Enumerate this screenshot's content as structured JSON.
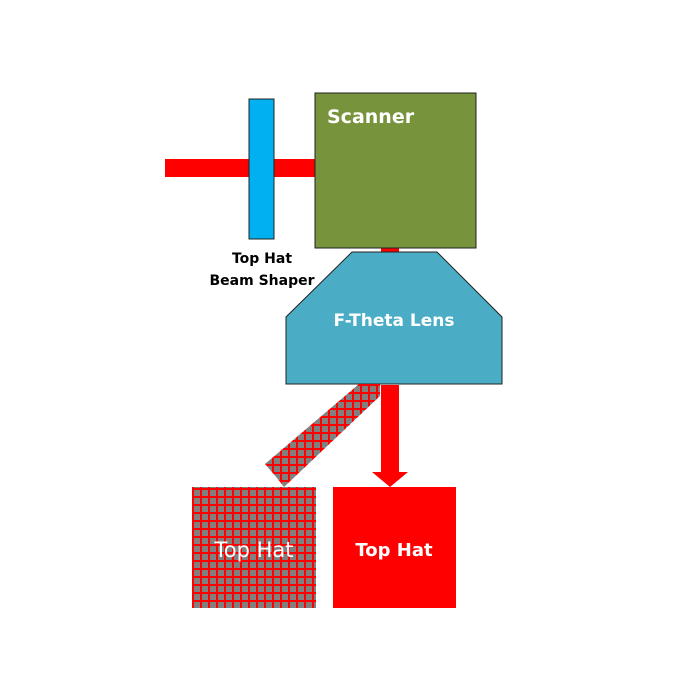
{
  "diagram": {
    "components": {
      "beam_shaper": {
        "label_line1": "Top Hat",
        "label_line2": "Beam Shaper",
        "color": "#00B0F0"
      },
      "scanner": {
        "label": "Scanner",
        "color": "#77933C"
      },
      "lens": {
        "label": "F-Theta Lens",
        "color": "#4BACC6"
      },
      "output_hatched": {
        "label": "Top Hat",
        "pattern_fg": "#FF0000",
        "pattern_bg": "#808080"
      },
      "output_solid": {
        "label": "Top Hat",
        "color": "#FF0000"
      }
    },
    "beam_color": "#FF0000",
    "outline_color": "#222222",
    "label_dark": "#000000",
    "label_light": "#FFFFFF"
  }
}
